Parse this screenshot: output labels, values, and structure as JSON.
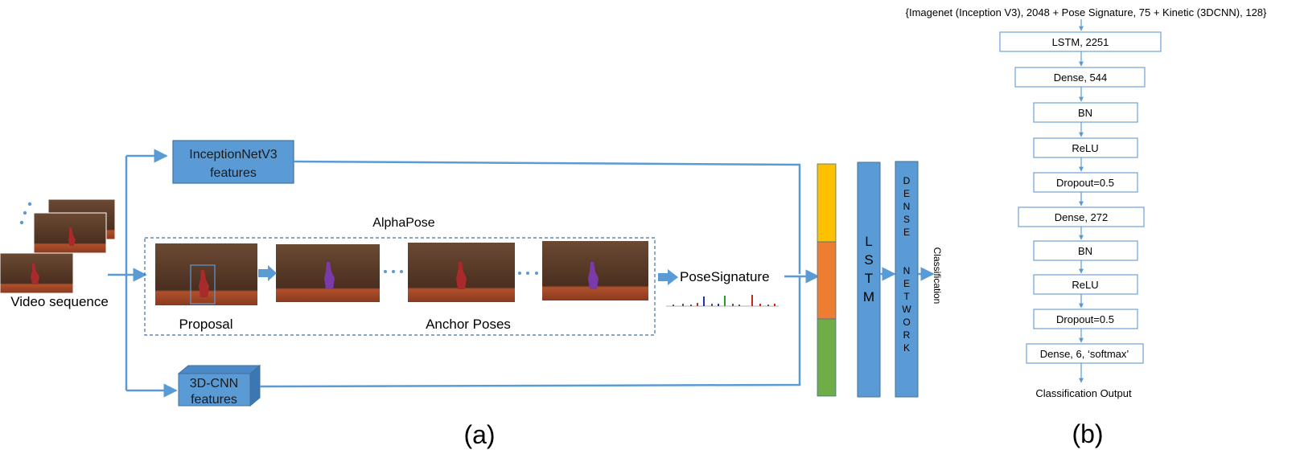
{
  "panel_a": {
    "video_label": "Video sequence",
    "inception_line1": "InceptionNetV3",
    "inception_line2": "features",
    "alphapose_title": "AlphaPose",
    "proposal_label": "Proposal",
    "anchor_label": "Anchor Poses",
    "pose_signature": "PoseSignature",
    "cnn_line1": "3D-CNN",
    "cnn_line2": "features",
    "lstm_letters": [
      "L",
      "S",
      "T",
      "M"
    ],
    "dense_letters": [
      "D",
      "E",
      "N",
      "S",
      "E",
      "",
      "N",
      "E",
      "T",
      "W",
      "O",
      "R",
      "K"
    ],
    "classification": "Classification",
    "caption": "(a)"
  },
  "panel_b": {
    "input_label": "{Imagenet (Inception V3), 2048 + Pose Signature, 75 + Kinetic (3DCNN), 128}",
    "layers": [
      "LSTM, 2251",
      "Dense, 544",
      "BN",
      "ReLU",
      "Dropout=0.5",
      "Dense, 272",
      "BN",
      "ReLU",
      "Dropout=0.5",
      "Dense, 6, ‘softmax’"
    ],
    "output_label": "Classification Output",
    "caption": "(b)"
  },
  "colors": {
    "accent_blue": "#5b9bd5",
    "concat_yellow": "#ffc000",
    "concat_orange": "#ed7d31",
    "concat_green": "#70ad47",
    "stage_brown": "#5a3a28",
    "stage_floor": "#b0502c"
  }
}
